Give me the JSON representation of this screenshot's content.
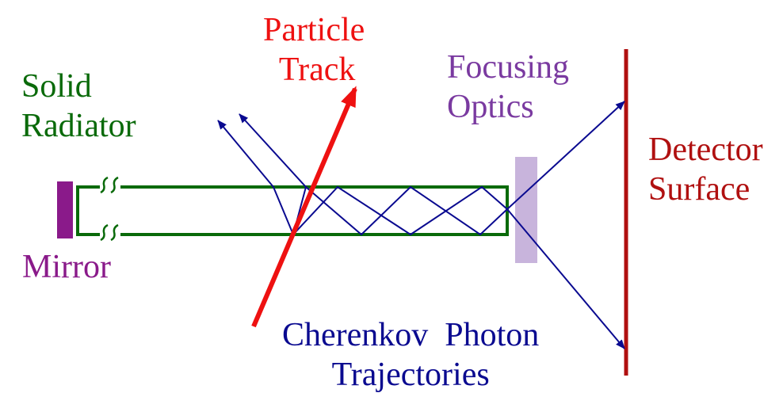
{
  "labels": {
    "particle_track": [
      "Particle",
      "Track"
    ],
    "solid_radiator": [
      "Solid",
      "Radiator"
    ],
    "focusing_optics": [
      "Focusing",
      "Optics"
    ],
    "detector_surface": [
      "Detector",
      "Surface"
    ],
    "mirror": "Mirror",
    "cherenkov": [
      "Cherenkov  Photon",
      "Trajectories"
    ]
  },
  "colors": {
    "particle_track": "#ee1111",
    "solid_radiator": "#0a6a0a",
    "focusing_optics": "#7a3aa0",
    "focusing_optics_fill": "#c8b4dc",
    "detector_surface": "#b01010",
    "mirror": "#8a1a8a",
    "photon": "#0a0a90"
  }
}
